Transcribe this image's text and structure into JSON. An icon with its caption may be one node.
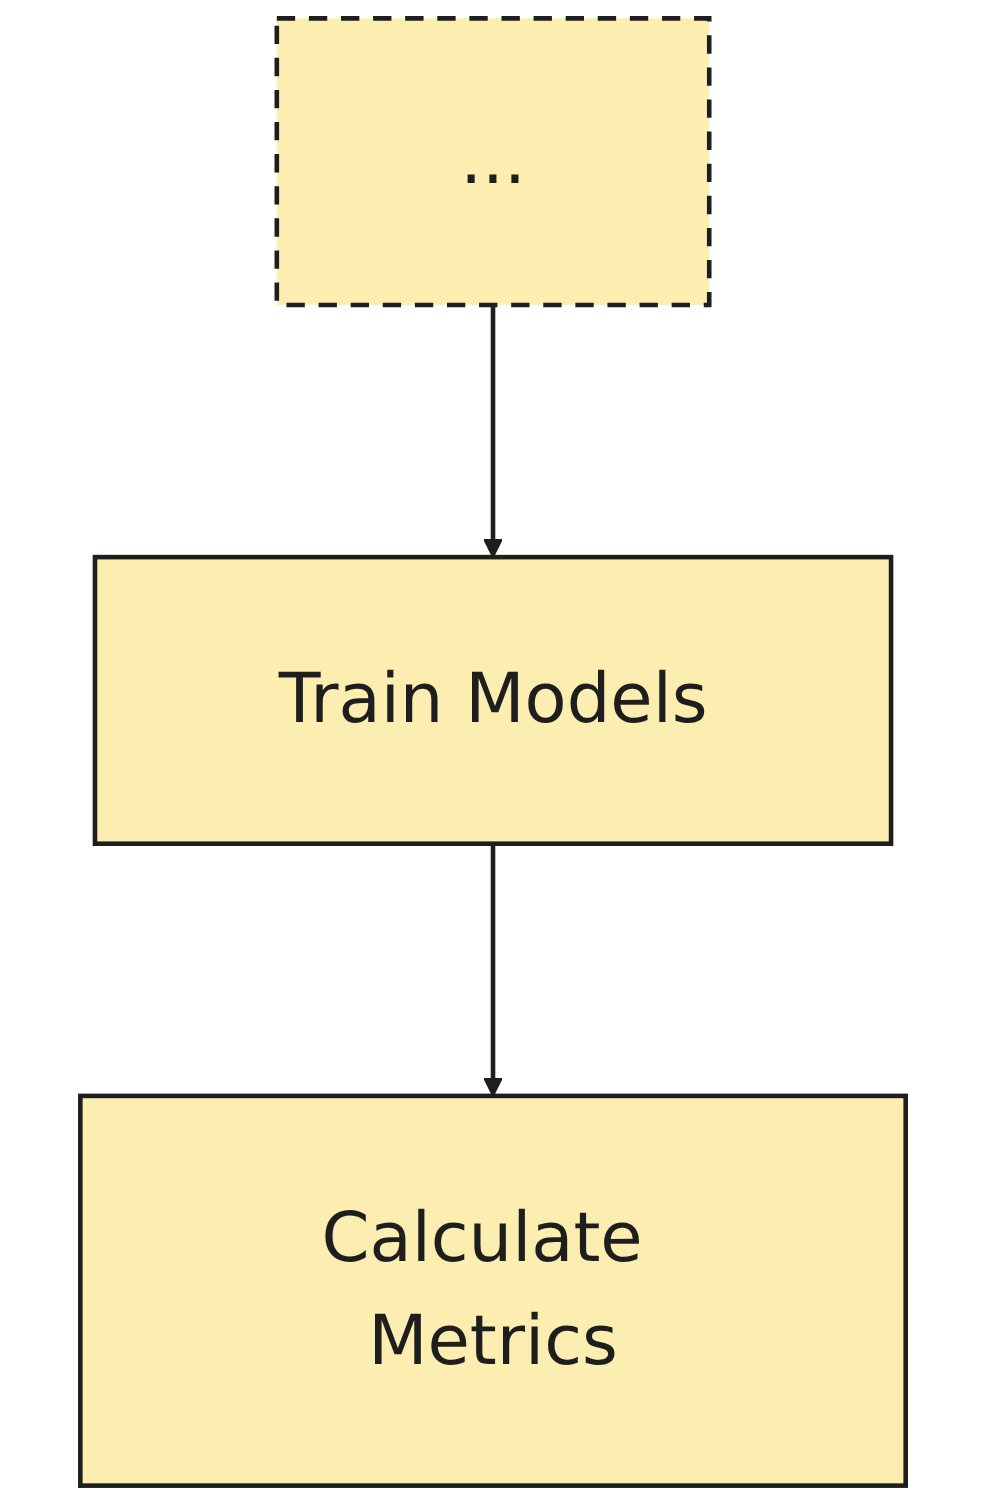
{
  "diagram": {
    "nodes": [
      {
        "text": [
          "..."
        ]
      },
      {
        "text": [
          "Train Models"
        ]
      },
      {
        "text": [
          "Calculate Metrics"
        ]
      }
    ],
    "edges": [
      {
        "from": 0,
        "to": 1,
        "arrow": "to"
      },
      {
        "from": 1,
        "to": 2,
        "arrow": "to"
      }
    ]
  }
}
